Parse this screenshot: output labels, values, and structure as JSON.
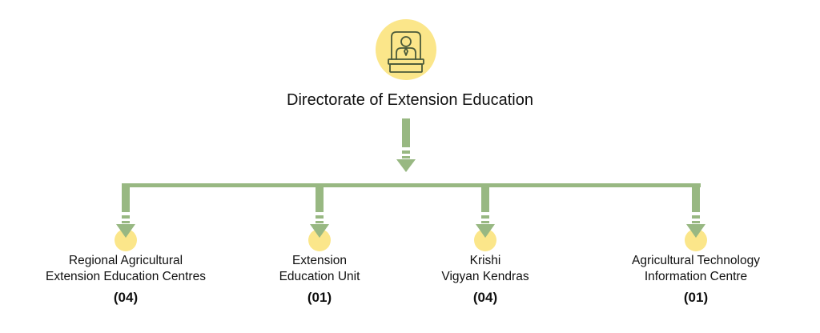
{
  "colors": {
    "arrow_green": "#98b882",
    "circle_yellow": "#fbe68a",
    "icon_stroke": "#4a5a3a"
  },
  "top": {
    "icon": "person-at-podium-icon",
    "title": "Directorate of Extension Education"
  },
  "children": [
    {
      "line1": "Regional Agricultural",
      "line2": "Extension Education Centres",
      "count": "(04)"
    },
    {
      "line1": "Extension",
      "line2": "Education Unit",
      "count": "(01)"
    },
    {
      "line1": "Krishi",
      "line2": "Vigyan Kendras",
      "count": "(04)"
    },
    {
      "line1": "Agricultural Technology",
      "line2": "Information Centre",
      "count": "(01)"
    }
  ]
}
